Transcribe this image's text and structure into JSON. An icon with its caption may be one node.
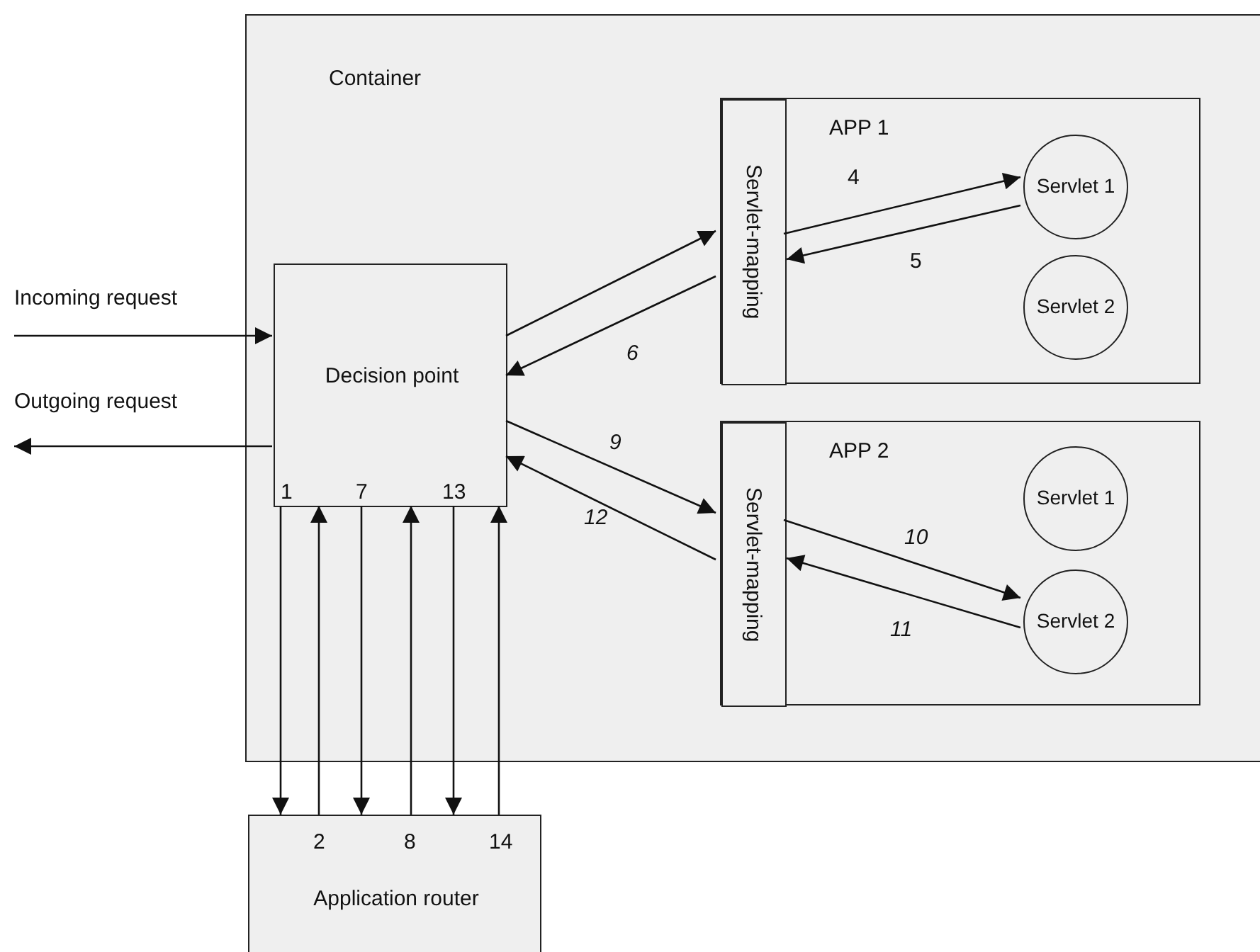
{
  "diagram": {
    "nodes": [
      {
        "text": [
          "Container"
        ]
      },
      {
        "text": [
          "Decision point"
        ],
        "in": 0
      },
      {
        "text": [
          "APP 1"
        ],
        "in": 0
      },
      {
        "text": [
          "Servlet-mapping"
        ],
        "in": 2
      },
      {
        "text": [
          "Servlet 1"
        ],
        "in": 2
      },
      {
        "text": [
          "Servlet 2"
        ],
        "in": 2
      },
      {
        "text": [
          "APP 2"
        ],
        "in": 0
      },
      {
        "text": [
          "Servlet-mapping"
        ],
        "in": 6
      },
      {
        "text": [
          "Servlet 1"
        ],
        "in": 6
      },
      {
        "text": [
          "Servlet 2"
        ],
        "in": 6
      },
      {
        "text": [
          "Application router"
        ]
      }
    ],
    "edges": [
      {
        "from": null,
        "to": 1,
        "arrow": "to",
        "label": "Incoming request"
      },
      {
        "from": 1,
        "to": null,
        "arrow": "to",
        "label": "Outgoing request"
      },
      {
        "from": 1,
        "to": 3,
        "arrow": "to"
      },
      {
        "from": 3,
        "to": 4,
        "arrow": "to",
        "label": "4"
      },
      {
        "from": 4,
        "to": 3,
        "arrow": "to",
        "label": "5"
      },
      {
        "from": 3,
        "to": 1,
        "arrow": "to",
        "label": "6"
      },
      {
        "from": 1,
        "to": 7,
        "arrow": "to",
        "label": "9"
      },
      {
        "from": 7,
        "to": 9,
        "arrow": "to",
        "label": "10"
      },
      {
        "from": 9,
        "to": 7,
        "arrow": "to",
        "label": "11"
      },
      {
        "from": 7,
        "to": 1,
        "arrow": "to",
        "label": "12"
      },
      {
        "from": 1,
        "to": 10,
        "arrow": "to",
        "label": "1"
      },
      {
        "from": 10,
        "to": 1,
        "arrow": "to",
        "label": "2"
      },
      {
        "from": 1,
        "to": 10,
        "arrow": "to",
        "label": "7"
      },
      {
        "from": 10,
        "to": 1,
        "arrow": "to",
        "label": "8"
      },
      {
        "from": 1,
        "to": 10,
        "arrow": "to",
        "label": "13"
      },
      {
        "from": 10,
        "to": 1,
        "arrow": "to",
        "label": "14"
      }
    ]
  }
}
